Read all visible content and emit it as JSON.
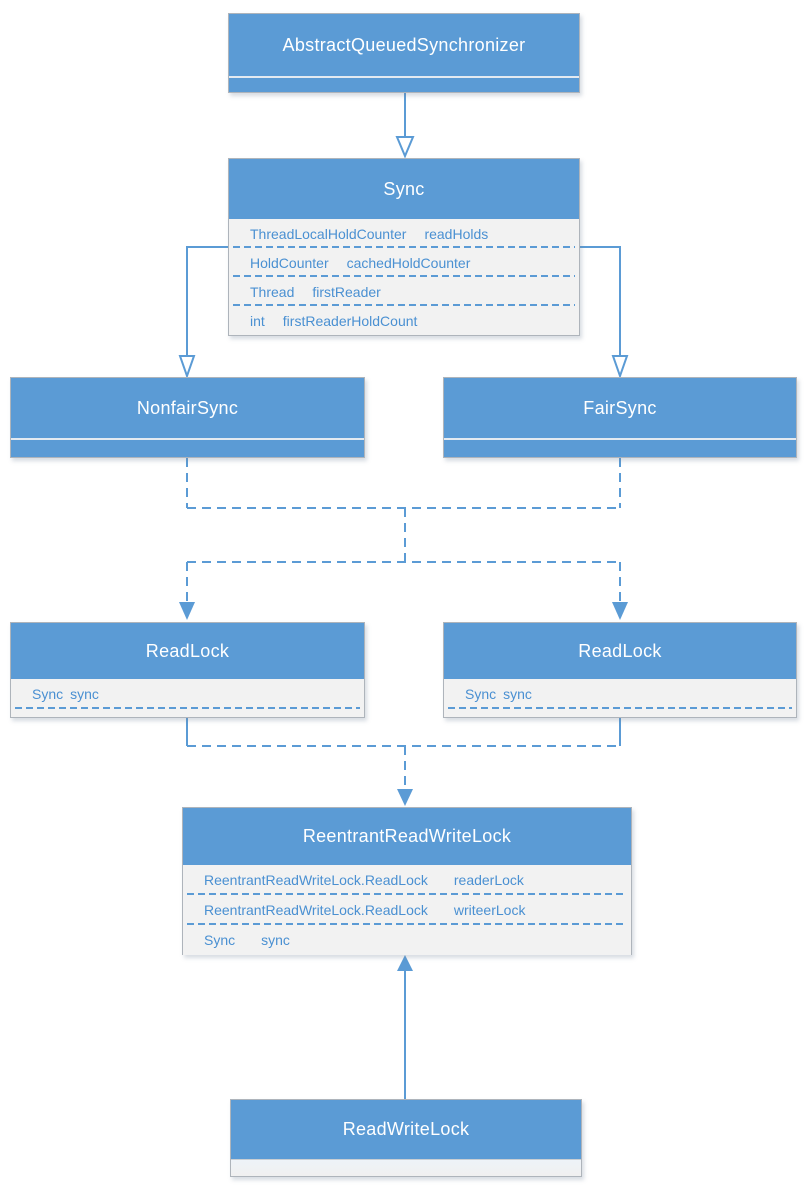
{
  "colors": {
    "header_blue": "#5b9bd5",
    "body_gray": "#f2f2f2",
    "field_text_blue": "#4a90d2",
    "connector_blue": "#5b9bd5",
    "box_border_gray": "#aeb4bb"
  },
  "classes": {
    "aqs": {
      "title": "AbstractQueuedSynchronizer",
      "fields": []
    },
    "sync": {
      "title": "Sync",
      "fields": [
        {
          "type": "ThreadLocalHoldCounter",
          "name": "readHolds"
        },
        {
          "type": "HoldCounter",
          "name": "cachedHoldCounter"
        },
        {
          "type": "Thread",
          "name": "firstReader"
        },
        {
          "type": "int",
          "name": "firstReaderHoldCount"
        }
      ]
    },
    "nonfair_sync": {
      "title": "NonfairSync",
      "fields": []
    },
    "fair_sync": {
      "title": "FairSync",
      "fields": []
    },
    "read_lock_left": {
      "title": "ReadLock",
      "fields": [
        {
          "type": "Sync",
          "name": "sync"
        }
      ]
    },
    "read_lock_right": {
      "title": "ReadLock",
      "fields": [
        {
          "type": "Sync",
          "name": "sync"
        }
      ]
    },
    "reentrant_read_write_lock": {
      "title": "ReentrantReadWriteLock",
      "fields": [
        {
          "type": "ReentrantReadWriteLock.ReadLock",
          "name": "readerLock"
        },
        {
          "type": "ReentrantReadWriteLock.ReadLock",
          "name": "writeerLock"
        },
        {
          "type": "Sync",
          "name": "sync"
        }
      ]
    },
    "read_write_lock": {
      "title": "ReadWriteLock",
      "fields": []
    }
  },
  "relations": [
    {
      "from": "AbstractQueuedSynchronizer",
      "to": "Sync",
      "style": "solid line, hollow arrowhead pointing down into Sync"
    },
    {
      "from": "Sync",
      "to": "NonfairSync",
      "style": "solid elbow line, hollow arrowhead pointing down"
    },
    {
      "from": "Sync",
      "to": "FairSync",
      "style": "solid elbow line, hollow arrowhead pointing down"
    },
    {
      "from": "NonfairSync and FairSync",
      "to": "ReadLock (left and right)",
      "style": "dashed elbow lines merging at center then splitting, filled arrowheads pointing down"
    },
    {
      "from": "ReadLock (left and right)",
      "to": "ReentrantReadWriteLock",
      "style": "short solid drops into dashed horizontal, dashed center drop, filled arrowhead pointing down"
    },
    {
      "from": "ReadWriteLock",
      "to": "ReentrantReadWriteLock",
      "style": "solid vertical line, filled arrowhead pointing up"
    }
  ]
}
